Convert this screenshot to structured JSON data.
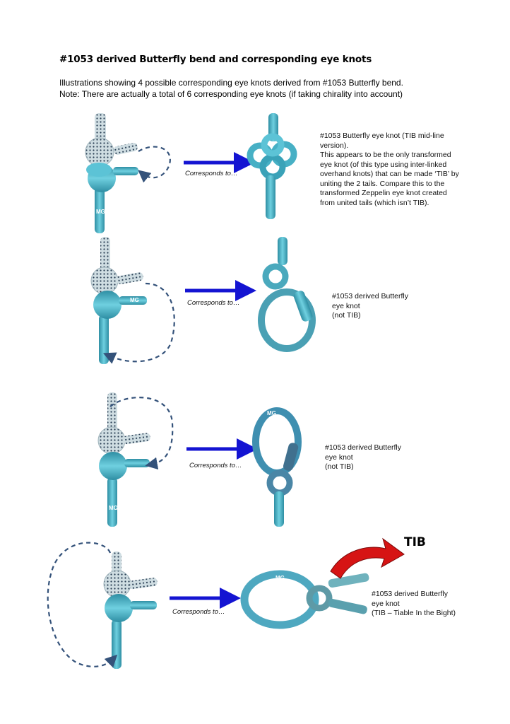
{
  "title": "#1053 derived Butterfly bend and corresponding eye knots",
  "intro": {
    "line1": "Illustrations showing 4 possible corresponding eye knots derived from #1053 Butterfly bend.",
    "line2": "Note: There are actually a total of 6 corresponding eye knots (if taking chirality into account)"
  },
  "arrow_label": "Corresponds to…",
  "watermark": "MG",
  "colors": {
    "rope": "#4fb8cc",
    "rope_light": "#c9d7dc",
    "arrow": "#1414d2",
    "dashed": "#34527a",
    "red_arrow": "#d61414"
  },
  "panels": [
    {
      "caption": [
        "#1053 Butterfly eye knot (TIB mid-line",
        "version).",
        "This appears to be the only transformed",
        "eye knot (of this type using inter-linked",
        "overhand knots) that can be made ‘TIB’ by",
        "uniting the 2 tails. Compare this to the",
        "transformed Zeppelin eye knot created",
        "from united tails (which isn’t TIB)."
      ]
    },
    {
      "caption": [
        "#1053 derived Butterfly",
        "eye knot",
        "(not TIB)"
      ]
    },
    {
      "caption": [
        "#1053 derived Butterfly",
        "eye knot",
        "(not TIB)"
      ]
    },
    {
      "caption": [
        "#1053 derived Butterfly",
        "eye knot",
        "(TIB – Tiable In the Bight)"
      ]
    }
  ],
  "tib_badge": "TIB"
}
